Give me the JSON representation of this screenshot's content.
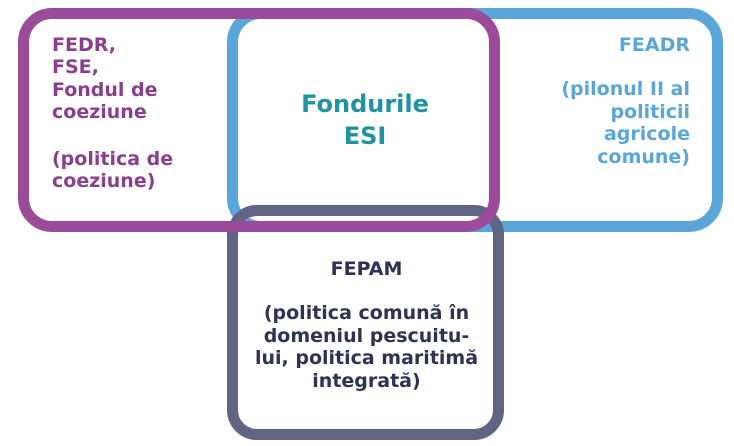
{
  "colors": {
    "purple": "#9a4b99",
    "blue": "#5aa5d9",
    "gray": "#5f6582",
    "teal": "#1f93a0",
    "navy": "#2d3350"
  },
  "purple_box": {
    "title_lines": [
      "FEDR,",
      "FSE,",
      "Fondul de",
      "coeziune"
    ],
    "subtitle_lines": [
      "(politica de",
      "coeziune)"
    ]
  },
  "center": {
    "lines": [
      "Fondurile",
      "ESI"
    ]
  },
  "blue_box": {
    "title": "FEADR",
    "subtitle_lines": [
      "(pilonul II al",
      "politicii",
      "agricole",
      "comune)"
    ]
  },
  "gray_box": {
    "title": "FEPAM",
    "subtitle_lines": [
      "(politica comună în",
      "domeniul pescuitu-",
      "lui, politica maritimă",
      "integrată)"
    ]
  }
}
